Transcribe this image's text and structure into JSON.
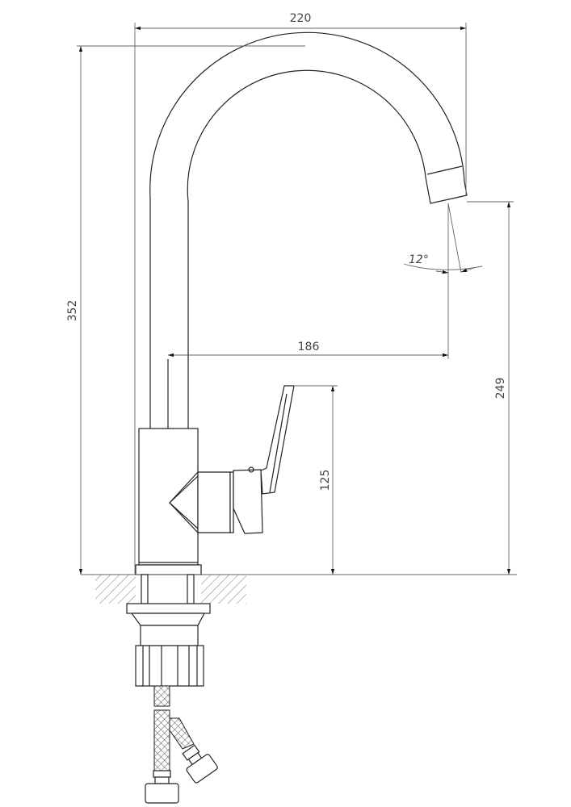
{
  "dimensions": {
    "overall_width": "220",
    "overall_height": "352",
    "spout_reach": "186",
    "spout_height": "249",
    "lever_height": "125",
    "spout_angle": "12°"
  }
}
